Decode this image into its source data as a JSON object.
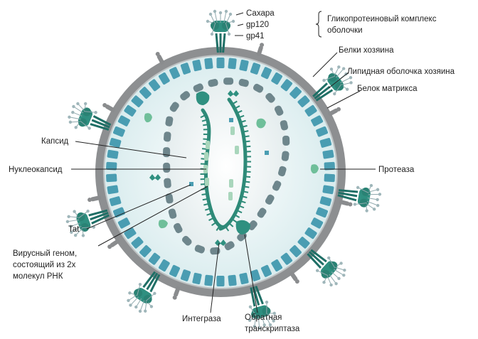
{
  "labels": {
    "sugars": "Сахара",
    "gp120": "gp120",
    "gp41": "gp41",
    "glyco_complex_line1": "Гликопротеиновый комплекс",
    "glyco_complex_line2": "оболочки",
    "host_proteins": "Белки хозяина",
    "host_lipid_envelope": "Липидная оболочка хозяина",
    "matrix_protein": "Белок матрикса",
    "capsid": "Капсид",
    "nucleocapsid": "Нуклеокапсид",
    "protease": "Протеаза",
    "tat": "Tat",
    "genome_line1": "Вирусный геном,",
    "genome_line2": "состоящий из 2х",
    "genome_line3": "молекул РНК",
    "integrase": "Интеграза",
    "rt_line1": "Обратная",
    "rt_line2": "транскриптаза"
  },
  "colors": {
    "envelope_gray": "#8d8f91",
    "matrix_teal": "#4a9db2",
    "interior": "#e4f0f1",
    "capsid_gray": "#6e868c",
    "rna_teal": "#2e8a78",
    "nucleocapsid_green": "#a9d6bc",
    "enzyme_teal": "#2f9080"
  }
}
